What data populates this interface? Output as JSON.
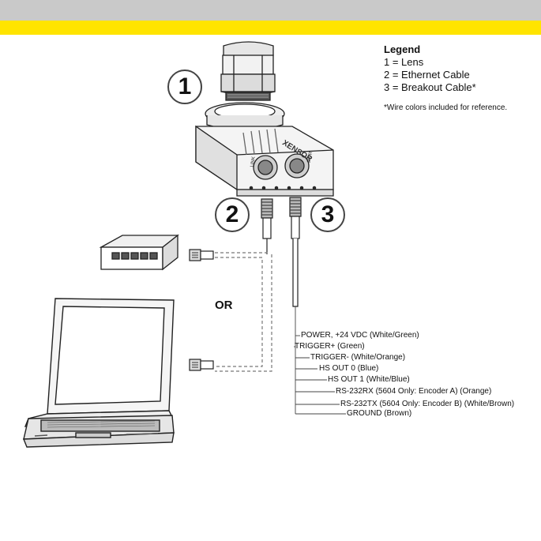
{
  "legend": {
    "title": "Legend",
    "items": [
      "1 = Lens",
      "2 = Ethernet Cable",
      "3 = Breakout Cable*"
    ],
    "note": "*Wire colors included for reference."
  },
  "callouts": [
    "1",
    "2",
    "3"
  ],
  "camera_brand": "XENSOR",
  "port_labels": {
    "left": "LINK",
    "right": "PWR"
  },
  "or_label": "OR",
  "wires": [
    "POWER, +24 VDC (White/Green)",
    "TRIGGER+ (Green)",
    "TRIGGER- (White/Orange)",
    "HS OUT 0 (Blue)",
    "HS OUT 1 (White/Blue)",
    "RS-232RX (5604 Only: Encoder A) (Orange)",
    "RS-232TX (5604 Only: Encoder B) (White/Brown)",
    "GROUND (Brown)"
  ]
}
